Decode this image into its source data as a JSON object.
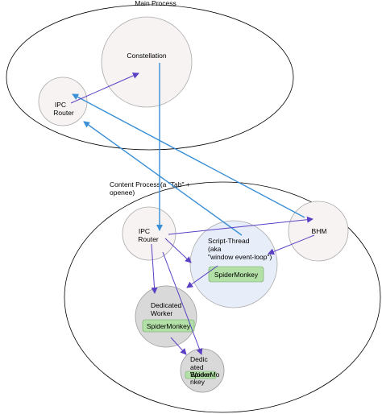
{
  "main_process": {
    "title": "Main Process"
  },
  "constellation": {
    "label": "Constellation"
  },
  "ipc_router_main": {
    "line1": "IPC",
    "line2": "Router"
  },
  "content_process": {
    "line1": "Content Process(a \"Tab\" +",
    "line2": "openee)"
  },
  "ipc_router_content": {
    "line1": "IPC",
    "line2": "Router"
  },
  "bhm": {
    "label": "BHM"
  },
  "script_thread": {
    "line1": "Script-Thread",
    "line2": "(aka",
    "line3": "\"window event-loop\")"
  },
  "spidermonkey_script": {
    "label": "SpiderMonkey"
  },
  "dedicated_worker": {
    "line1": "Dedicated",
    "line2": "Worker"
  },
  "spidermonkey_worker": {
    "label": "SpiderMonkey"
  },
  "nested_worker": {
    "line1": "Dedic",
    "line2": "ated",
    "line3": "Worker",
    "line4": "SpiderMo",
    "line5": "nkey"
  },
  "colors": {
    "blue_arrow": "#3a8fd6",
    "purple_arrow": "#5b3fc4",
    "green_fill": "#b3e0a6",
    "blue_fill": "#e8eef9"
  }
}
